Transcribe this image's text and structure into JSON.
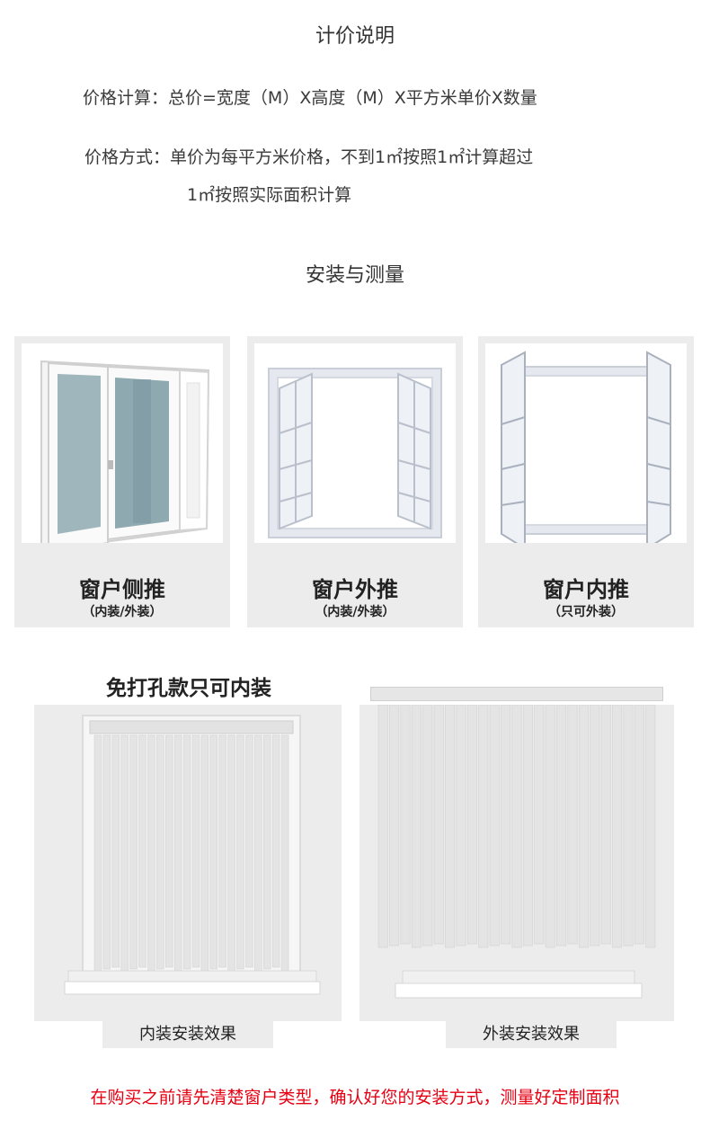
{
  "pricing": {
    "title": "计价说明",
    "formula_label": "价格计算：",
    "formula_text": "总价=宽度（M）X高度（M）X平方米单价X数量",
    "method_label": "价格方式：",
    "method_text_line1": "单价为每平方米价格，不到1㎡按照1㎡计算超过",
    "method_text_line2": "1㎡按照实际面积计算"
  },
  "install": {
    "title": "安装与测量",
    "window_types": [
      {
        "label": "窗户侧推",
        "sub": "（内装/外装）"
      },
      {
        "label": "窗户外推",
        "sub": "（内装/外装）"
      },
      {
        "label": "窗户内推",
        "sub": "（只可外装）"
      }
    ],
    "free_drill_title": "免打孔款只可内装",
    "inner_caption": "内装安装效果",
    "outer_caption": "外装安装效果"
  },
  "notice": "在购买之前请先清楚窗户类型，确认好您的安装方式，测量好定制面积",
  "colors": {
    "text": "#333333",
    "notice_red": "#e60012",
    "card_bg": "#ececec",
    "blind_strip": "#e4e4e4"
  }
}
